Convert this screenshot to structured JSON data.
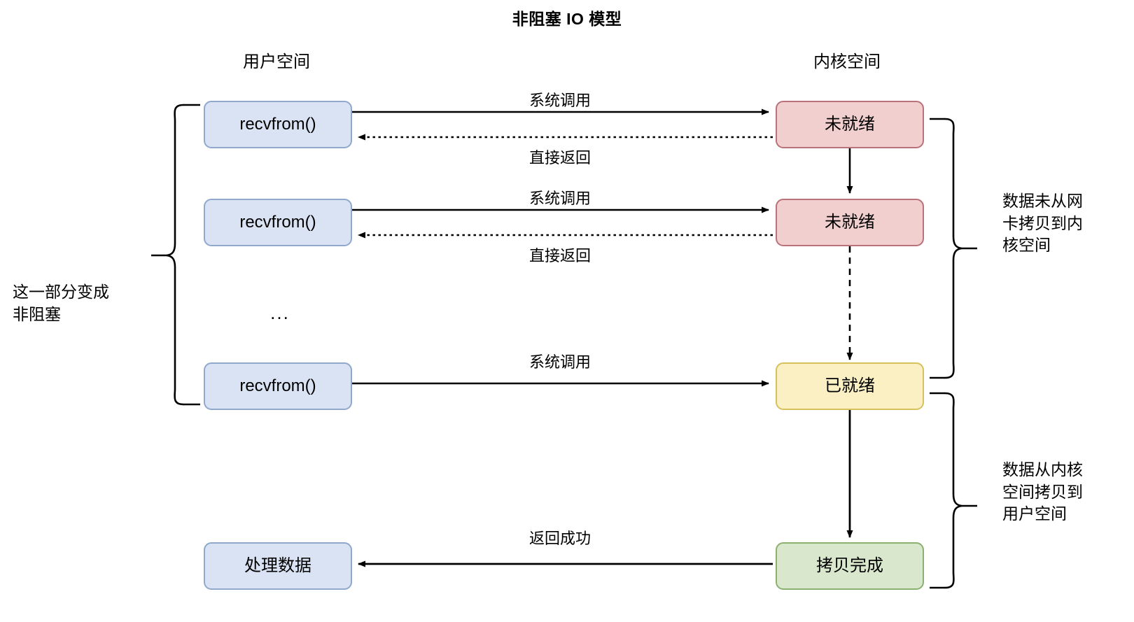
{
  "title": "非阻塞 IO 模型",
  "columns": {
    "user_space": "用户空间",
    "kernel_space": "内核空间"
  },
  "nodes": {
    "recvfrom_1": "recvfrom()",
    "recvfrom_2": "recvfrom()",
    "recvfrom_3": "recvfrom()",
    "process_data": "处理数据",
    "not_ready_1": "未就绪",
    "not_ready_2": "未就绪",
    "ready": "已就绪",
    "copy_done": "拷贝完成"
  },
  "edge_labels": {
    "syscall_1": "系统调用",
    "direct_return_1": "直接返回",
    "syscall_2": "系统调用",
    "direct_return_2": "直接返回",
    "syscall_3": "系统调用",
    "return_success": "返回成功"
  },
  "ellipsis": "...",
  "annotations": {
    "left": "这一部分变成\n非阻塞",
    "right_top": "数据未从网\n卡拷贝到内\n核空间",
    "right_bottom": "数据从内核\n空间拷贝到\n用户空间"
  },
  "colors": {
    "user_node_fill": "#dae3f3",
    "user_node_stroke": "#8fa8cc",
    "not_ready_fill": "#f2cfcf",
    "not_ready_stroke": "#b9717a",
    "ready_fill": "#faf0c3",
    "ready_stroke": "#d6c15c",
    "done_fill": "#d9e8cd",
    "done_stroke": "#8cb06f",
    "line": "#000000",
    "background": "#ffffff"
  }
}
